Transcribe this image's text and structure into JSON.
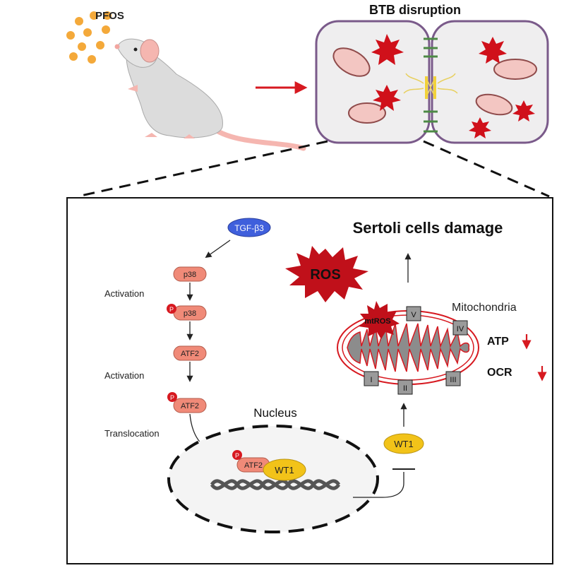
{
  "top": {
    "pfos_label": "PFOS",
    "btb_title": "BTB disruption"
  },
  "pathway": {
    "tgf": "TGF-β3",
    "p38": "p38",
    "p38_phospho": "p38",
    "atf2": "ATF2",
    "atf2_phospho": "ATF2",
    "phospho_mark": "P",
    "activation_1": "Activation",
    "activation_2": "Activation",
    "translocation": "Translocation",
    "nucleus": "Nucleus",
    "nuclear_atf2": "ATF2",
    "nuclear_wt1": "WT1",
    "wt1": "WT1"
  },
  "mito": {
    "title": "Sertoli cells damage",
    "ros": "ROS",
    "mtros": "mtROS",
    "mitochondria": "Mitochondria",
    "atp": "ATP",
    "ocr": "OCR",
    "complexes": [
      "I",
      "II",
      "III",
      "IV",
      "V"
    ]
  },
  "colors": {
    "accent_red": "#d71920",
    "ros_red": "#c0101a",
    "salmon": "#f08a78",
    "tgf_blue": "#3f5fdc",
    "wt1_yellow": "#f2c319",
    "pfos_dot": "#f4a93a"
  }
}
